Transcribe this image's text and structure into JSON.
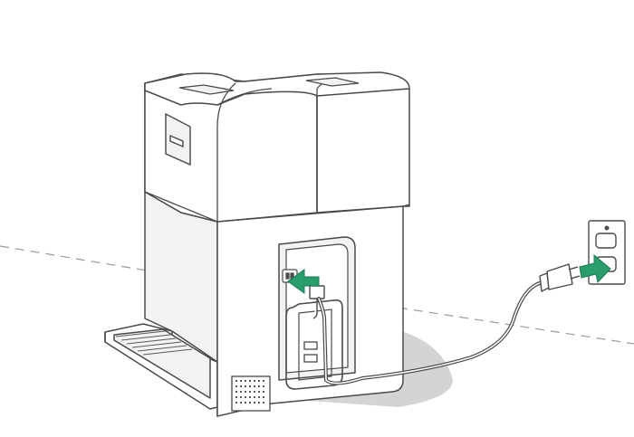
{
  "diagram": {
    "kind": "setup-illustration",
    "subject": "water-dispenser-back-power-connection",
    "colors": {
      "line": "#4a4a4a",
      "fill": "#ffffff",
      "panel_fill": "#f2f2f2",
      "shadow": "#d4d4d4",
      "arrow": "#2a9d6c",
      "dashed_floor": "#9a9a9a",
      "vent": "#5a5a5a"
    },
    "icons": [
      "machine-body",
      "wall-outlet",
      "power-cord",
      "power-plug",
      "insert-arrow"
    ]
  }
}
